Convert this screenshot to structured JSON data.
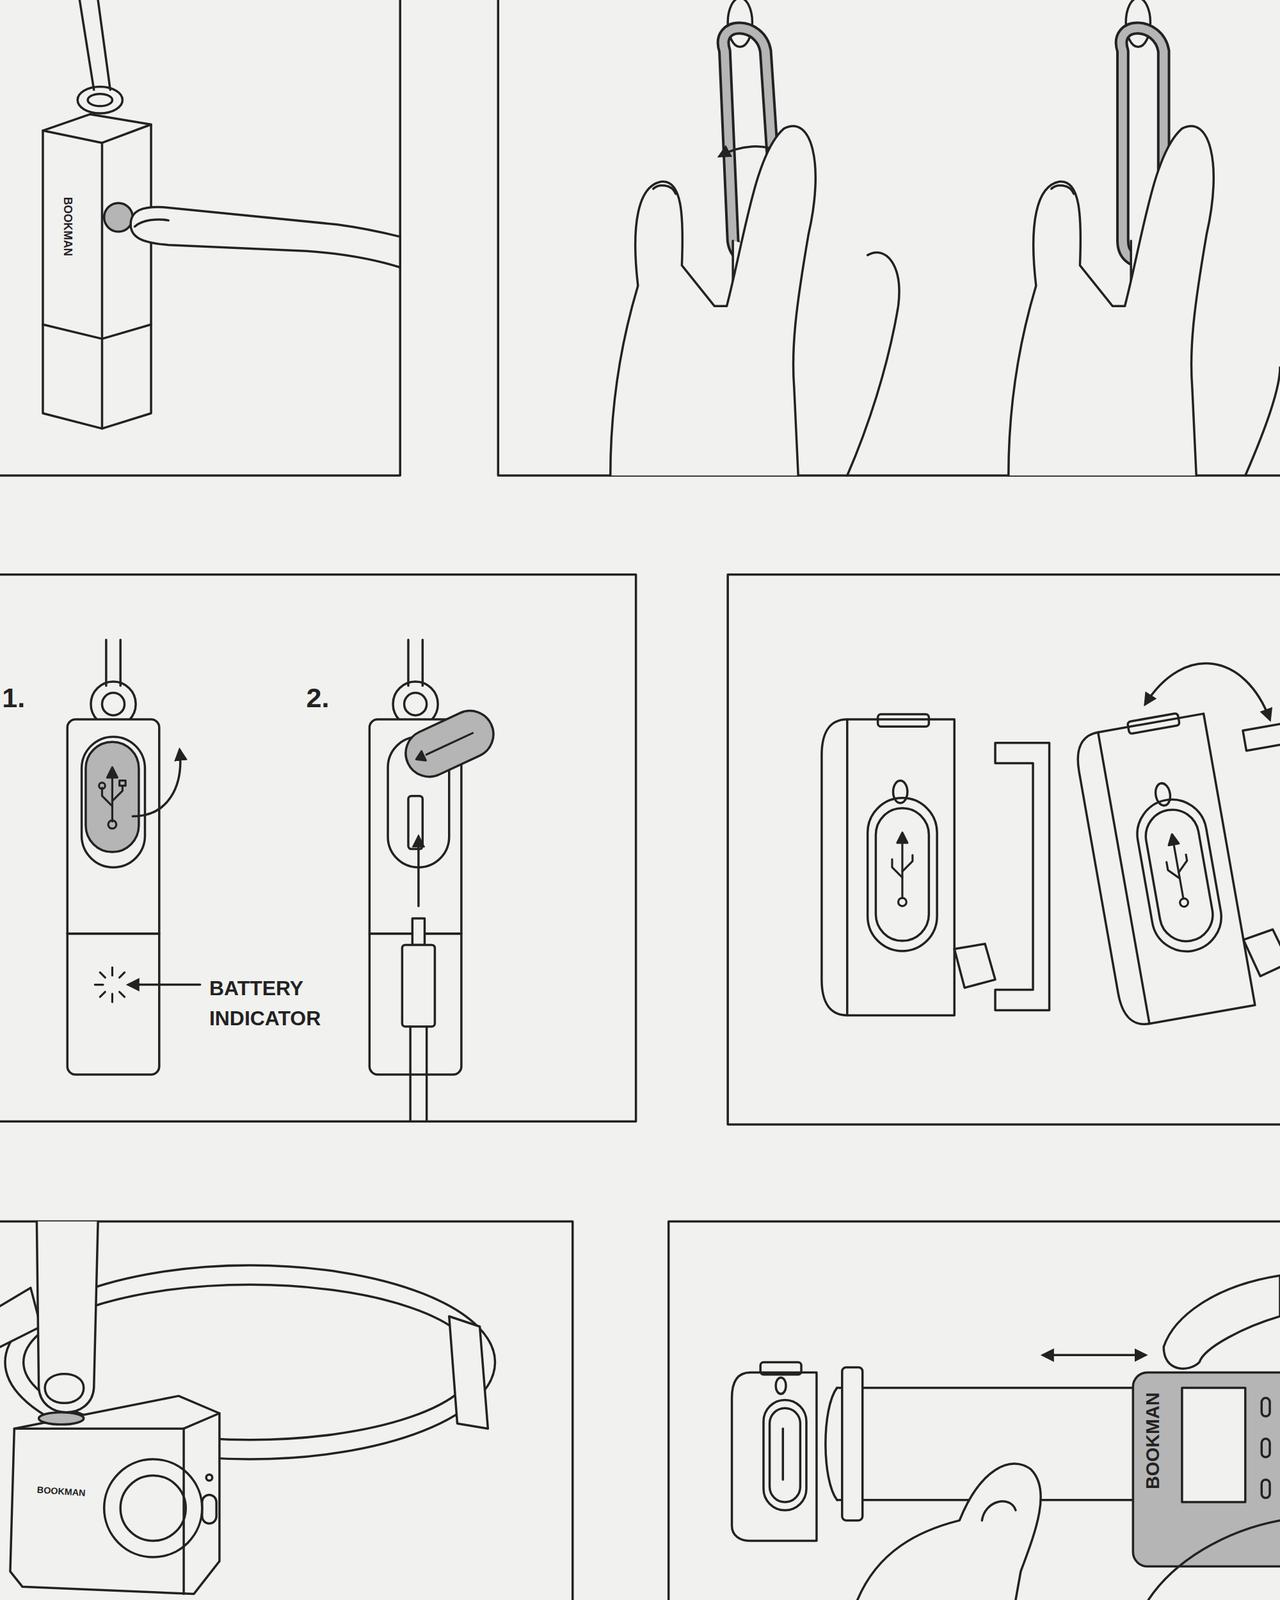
{
  "diagram": {
    "labels": [
      "BOOKMAN",
      "1.",
      "2.",
      "BATTERY INDICATOR",
      "BOOKMAN",
      "BOOKMAN"
    ]
  }
}
